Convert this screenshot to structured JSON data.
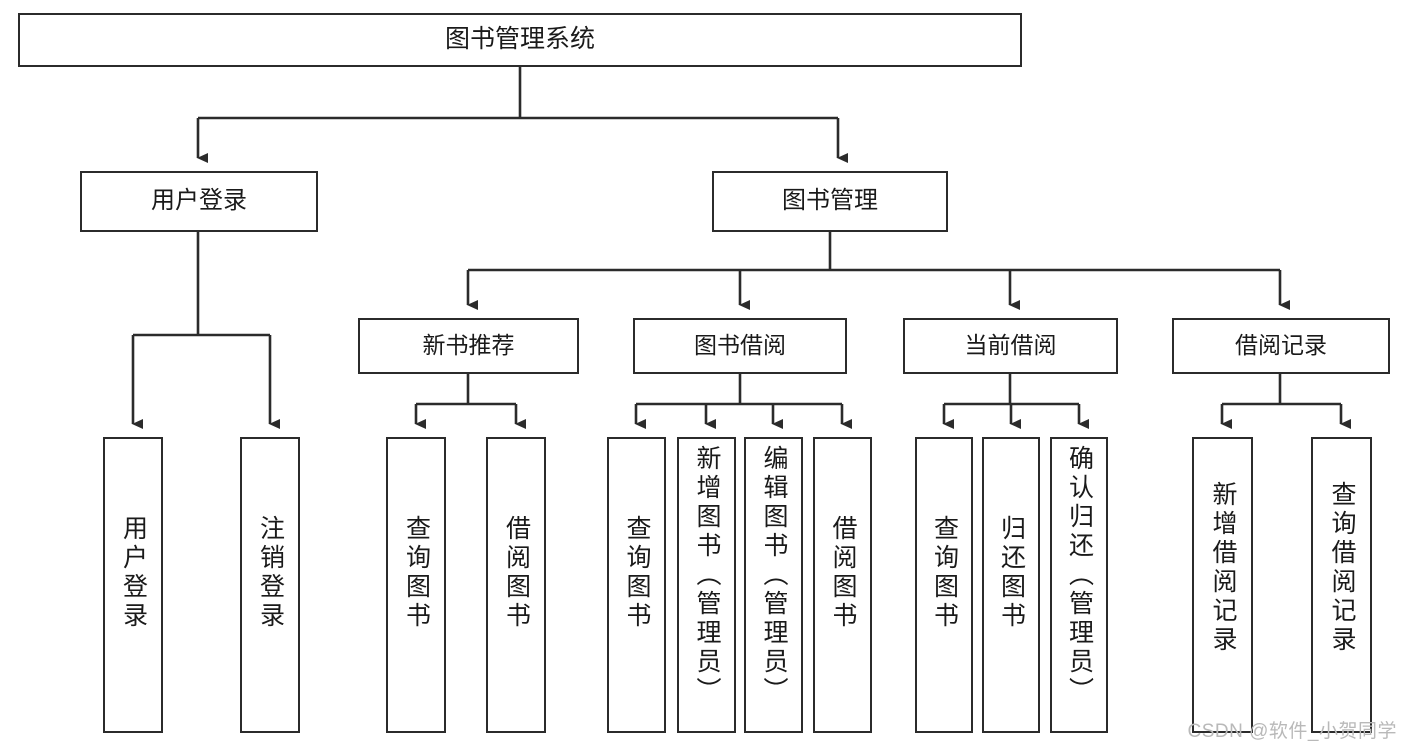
{
  "diagram": {
    "type": "tree-hierarchy",
    "title": "图书管理系统",
    "root": {
      "id": "root",
      "label": "图书管理系统"
    },
    "level2": [
      {
        "id": "user-login",
        "label": "用户登录"
      },
      {
        "id": "book-manage",
        "label": "图书管理"
      }
    ],
    "level3": [
      {
        "id": "new-book-rec",
        "label": "新书推荐",
        "parent": "book-manage"
      },
      {
        "id": "book-borrow",
        "label": "图书借阅",
        "parent": "book-manage"
      },
      {
        "id": "current-borrow",
        "label": "当前借阅",
        "parent": "book-manage"
      },
      {
        "id": "borrow-record",
        "label": "借阅记录",
        "parent": "book-manage"
      }
    ],
    "leaves": [
      {
        "id": "leaf-user-login",
        "label": "用户登录",
        "parent": "user-login"
      },
      {
        "id": "leaf-logout",
        "label": "注销登录",
        "parent": "user-login"
      },
      {
        "id": "leaf-query-book-1",
        "label": "查询图书",
        "parent": "new-book-rec"
      },
      {
        "id": "leaf-borrow-book-1",
        "label": "借阅图书",
        "parent": "new-book-rec"
      },
      {
        "id": "leaf-query-book-2",
        "label": "查询图书",
        "parent": "book-borrow"
      },
      {
        "id": "leaf-add-book",
        "label": "新增图书（管理员）",
        "parent": "book-borrow"
      },
      {
        "id": "leaf-edit-book",
        "label": "编辑图书（管理员）",
        "parent": "book-borrow"
      },
      {
        "id": "leaf-borrow-book-2",
        "label": "借阅图书",
        "parent": "book-borrow"
      },
      {
        "id": "leaf-query-book-3",
        "label": "查询图书",
        "parent": "current-borrow"
      },
      {
        "id": "leaf-return-book",
        "label": "归还图书",
        "parent": "current-borrow"
      },
      {
        "id": "leaf-confirm-return",
        "label": "确认归还（管理员）",
        "parent": "current-borrow"
      },
      {
        "id": "leaf-add-record",
        "label": "新增借阅记录",
        "parent": "borrow-record"
      },
      {
        "id": "leaf-query-record",
        "label": "查询借阅记录",
        "parent": "borrow-record"
      }
    ],
    "colors": {
      "stroke": "#2b2b2b",
      "fill": "#ffffff",
      "text": "#1a1a1a",
      "watermark": "#b9b9b9"
    }
  },
  "watermark": {
    "text": "CSDN @软件_小贺同学"
  }
}
